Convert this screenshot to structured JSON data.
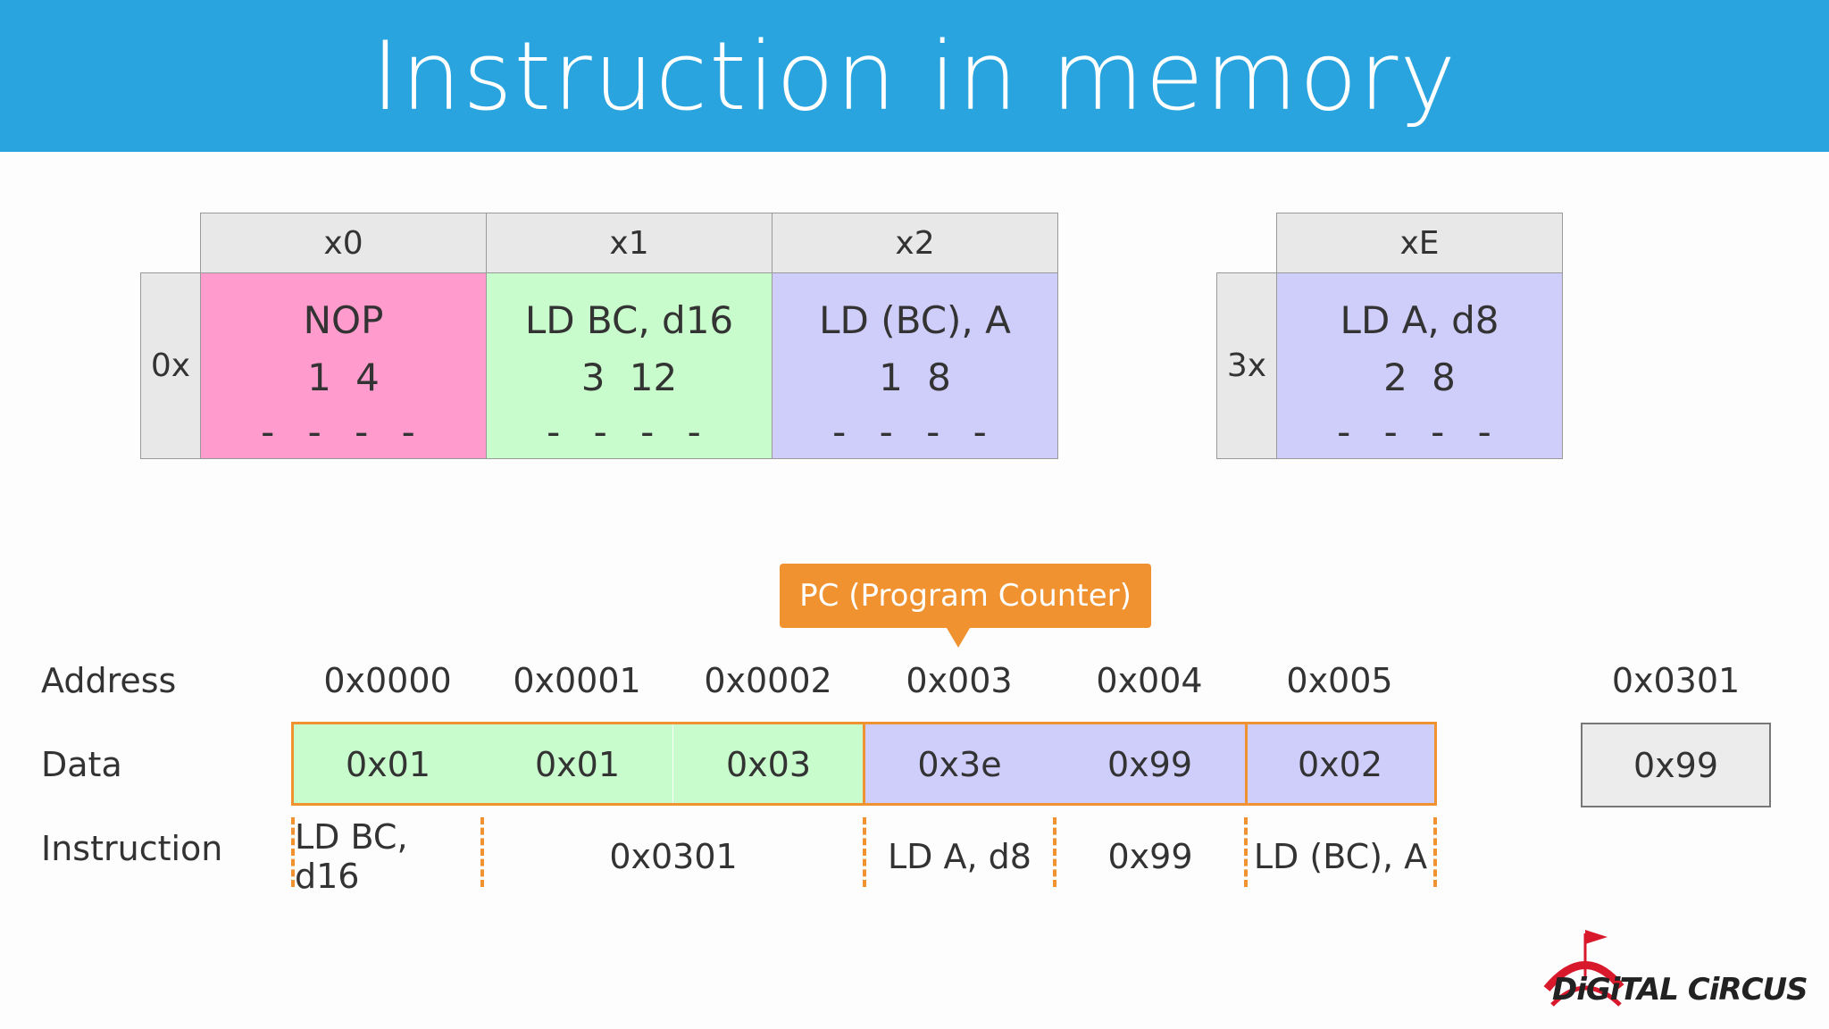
{
  "title": "Instruction in memory",
  "opcode_table_0": {
    "row_label": "0x",
    "columns": [
      {
        "header": "x0",
        "mnemonic": "NOP",
        "cycles": "1 4",
        "flags": "- - - -",
        "color": "#ff9ccd"
      },
      {
        "header": "x1",
        "mnemonic": "LD BC, d16",
        "cycles": "3 12",
        "flags": "- - - -",
        "color": "#c8fccc"
      },
      {
        "header": "x2",
        "mnemonic": "LD (BC), A",
        "cycles": "1 8",
        "flags": "- - - -",
        "color": "#cfcdfa"
      }
    ]
  },
  "opcode_table_3": {
    "row_label": "3x",
    "columns": [
      {
        "header": "xE",
        "mnemonic": "LD A, d8",
        "cycles": "2 8",
        "flags": "- - - -",
        "color": "#cfcdfa"
      }
    ]
  },
  "pc_label": "PC (Program Counter)",
  "row_labels": {
    "address": "Address",
    "data": "Data",
    "instruction": "Instruction"
  },
  "addresses": [
    "0x0000",
    "0x0001",
    "0x0002",
    "0x003",
    "0x004",
    "0x005"
  ],
  "data": [
    "0x01",
    "0x01",
    "0x03",
    "0x3e",
    "0x99",
    "0x02"
  ],
  "instructions": [
    "LD BC, d16",
    "0x0301",
    "LD A, d8",
    "0x99",
    "LD (BC), A"
  ],
  "extra_cell": {
    "address": "0x0301",
    "data": "0x99"
  },
  "logo_text": "DiGiTAL CiRCUS",
  "colors": {
    "banner": "#29a4de",
    "accent": "#f0922f",
    "pink": "#ff9ccd",
    "green": "#c8fccc",
    "purple": "#cfcdfa"
  }
}
